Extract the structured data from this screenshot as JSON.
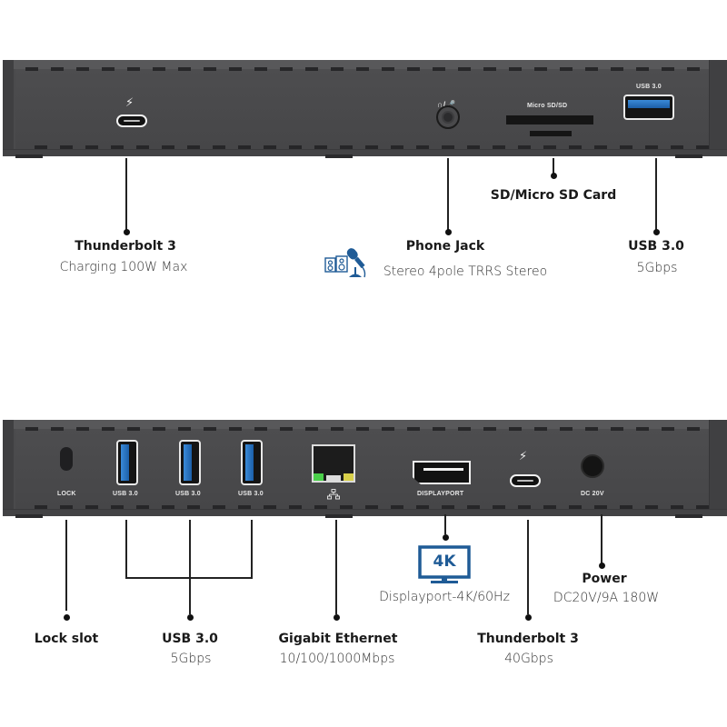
{
  "front_panel": {
    "port_labels": {
      "audio_icon": "☊/🎙",
      "microsd": "Micro SD/SD",
      "usb": "USB 3.0"
    },
    "callouts": [
      {
        "id": "thunderbolt3-front",
        "title": "Thunderbolt 3",
        "subtitle": "Charging 100W Max"
      },
      {
        "id": "phone-jack",
        "title": "Phone Jack",
        "subtitle": "Stereo 4pole TRRS Stereo",
        "icon": "microphone-speaker-icon"
      },
      {
        "id": "sd-card",
        "title": "SD/Micro SD Card"
      },
      {
        "id": "usb3-front",
        "title": "USB 3.0",
        "subtitle": "5Gbps"
      }
    ]
  },
  "rear_panel": {
    "port_labels": {
      "lock": "LOCK",
      "usb1": "USB 3.0",
      "usb2": "USB 3.0",
      "usb3": "USB 3.0",
      "displayport": "DISPLAYPORT",
      "dc": "DC 20V"
    },
    "callouts": [
      {
        "id": "lock-slot",
        "title": "Lock slot"
      },
      {
        "id": "usb3-rear",
        "title": "USB 3.0",
        "subtitle": "5Gbps"
      },
      {
        "id": "gigabit-ethernet",
        "title": "Gigabit  Ethernet",
        "subtitle": "10/100/1000Mbps"
      },
      {
        "id": "displayport",
        "title": "",
        "subtitle": "Displayport-4K/60Hz",
        "icon": "4k-monitor-icon",
        "icon_text": "4K"
      },
      {
        "id": "thunderbolt3-rear",
        "title": "Thunderbolt 3",
        "subtitle": "40Gbps"
      },
      {
        "id": "power",
        "title": "Power",
        "subtitle": "DC20V/9A 180W"
      }
    ]
  },
  "colors": {
    "device_body": "#4a4a4c",
    "usb_blue": "#2a74c4",
    "icon_blue": "#1f5b96",
    "led_green": "#4ad04a",
    "led_yellow": "#d8d04a"
  }
}
